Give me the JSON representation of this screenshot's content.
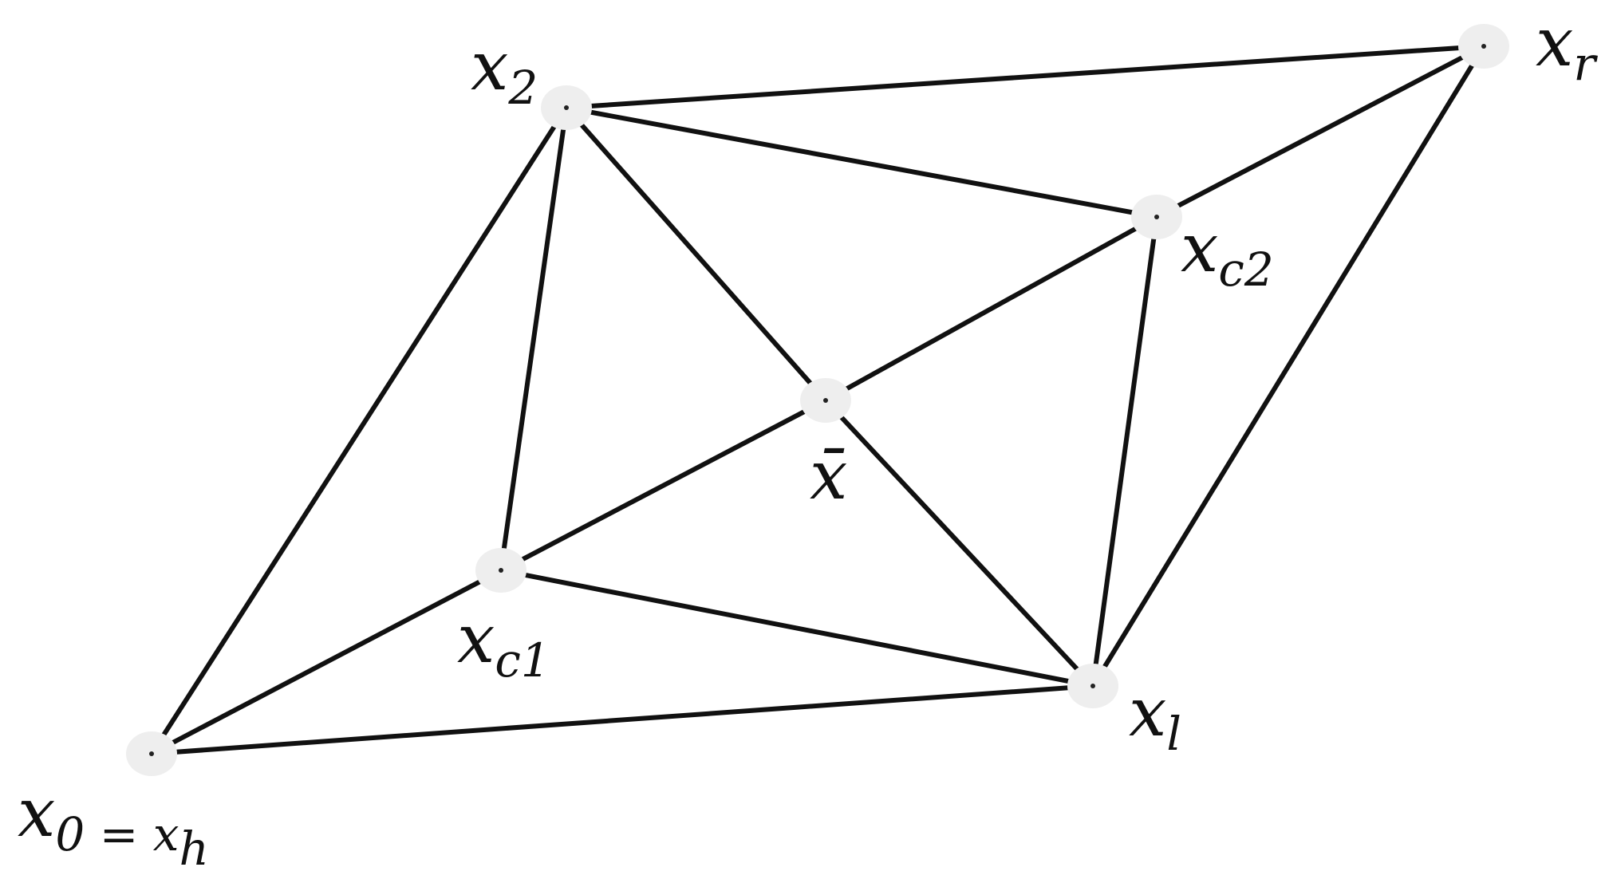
{
  "diagram": {
    "colors": {
      "edge": "#111111",
      "node_halo": "#eeeeee",
      "node_center": "#222222"
    },
    "nodes": {
      "x0": {
        "label": "x",
        "subscript": "0 = x",
        "subscript2": "h"
      },
      "x2": {
        "label": "x",
        "subscript": "2"
      },
      "xr": {
        "label": "x",
        "subscript": "r"
      },
      "xc2": {
        "label": "x",
        "subscript": "c2"
      },
      "xbar": {
        "label": "x̄"
      },
      "xc1": {
        "label": "x",
        "subscript": "c1"
      },
      "xl": {
        "label": "x",
        "subscript": "l"
      }
    },
    "edges": [
      [
        "x0",
        "x2"
      ],
      [
        "x0",
        "xbar"
      ],
      [
        "x0",
        "xl"
      ],
      [
        "x2",
        "xc1"
      ],
      [
        "x2",
        "xr"
      ],
      [
        "x2",
        "xc2"
      ],
      [
        "x2",
        "xbar"
      ],
      [
        "xr",
        "xc2"
      ],
      [
        "xr",
        "xl"
      ],
      [
        "xc2",
        "xbar"
      ],
      [
        "xc2",
        "xl"
      ],
      [
        "xbar",
        "xl"
      ],
      [
        "xc1",
        "xl"
      ]
    ]
  }
}
